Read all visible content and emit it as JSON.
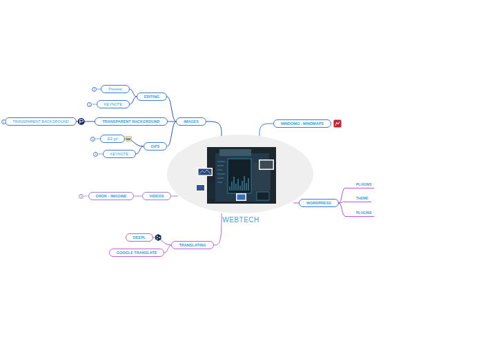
{
  "diagram": {
    "nodes": [
      {
        "text": [
          "WEBTECH"
        ]
      },
      {
        "text": [
          "IMAGES"
        ]
      },
      {
        "text": [
          "EDITING"
        ]
      },
      {
        "text": [
          "Preview"
        ]
      },
      {
        "text": [
          "KEYNOTE"
        ]
      },
      {
        "text": [
          "TRANSPARENT BACKGROUND"
        ]
      },
      {
        "text": [
          "TRANSPARENT BACKGROUND"
        ]
      },
      {
        "text": [
          "GIFS"
        ]
      },
      {
        "text": [
          "EZ gif"
        ]
      },
      {
        "text": [
          "KEYNOTE"
        ]
      },
      {
        "text": [
          "MINDOMO - MINDMAPS"
        ]
      },
      {
        "text": [
          "WORDPRESS"
        ]
      },
      {
        "text": [
          "PLUGINS"
        ]
      },
      {
        "text": [
          "THEME"
        ]
      },
      {
        "text": [
          "PLUGINS"
        ]
      },
      {
        "text": [
          "VIDEOS"
        ]
      },
      {
        "text": [
          "GROK - IMAGINE"
        ]
      },
      {
        "text": [
          "TRANSLATING"
        ]
      },
      {
        "text": [
          "DEEPL"
        ]
      },
      {
        "text": [
          "GOOGLE TRANSLATE"
        ]
      }
    ],
    "edges": [
      {
        "from": 0,
        "to": 1,
        "arrow": "none"
      },
      {
        "from": 1,
        "to": 2,
        "arrow": "none"
      },
      {
        "from": 2,
        "to": 3,
        "arrow": "none"
      },
      {
        "from": 2,
        "to": 4,
        "arrow": "none"
      },
      {
        "from": 1,
        "to": 5,
        "arrow": "none"
      },
      {
        "from": 5,
        "to": 6,
        "arrow": "none"
      },
      {
        "from": 1,
        "to": 7,
        "arrow": "none"
      },
      {
        "from": 7,
        "to": 8,
        "arrow": "none"
      },
      {
        "from": 7,
        "to": 9,
        "arrow": "none"
      },
      {
        "from": 0,
        "to": 10,
        "arrow": "none"
      },
      {
        "from": 0,
        "to": 11,
        "arrow": "none"
      },
      {
        "from": 11,
        "to": 12,
        "arrow": "none"
      },
      {
        "from": 11,
        "to": 13,
        "arrow": "none"
      },
      {
        "from": 11,
        "to": 14,
        "arrow": "none"
      },
      {
        "from": 0,
        "to": 15,
        "arrow": "none"
      },
      {
        "from": 15,
        "to": 16,
        "arrow": "none"
      },
      {
        "from": 0,
        "to": 17,
        "arrow": "none"
      },
      {
        "from": 17,
        "to": 18,
        "arrow": "none"
      },
      {
        "from": 17,
        "to": 19,
        "arrow": "none"
      }
    ],
    "labels": [
      "1",
      "1",
      "1",
      "1",
      "1",
      "1"
    ]
  }
}
